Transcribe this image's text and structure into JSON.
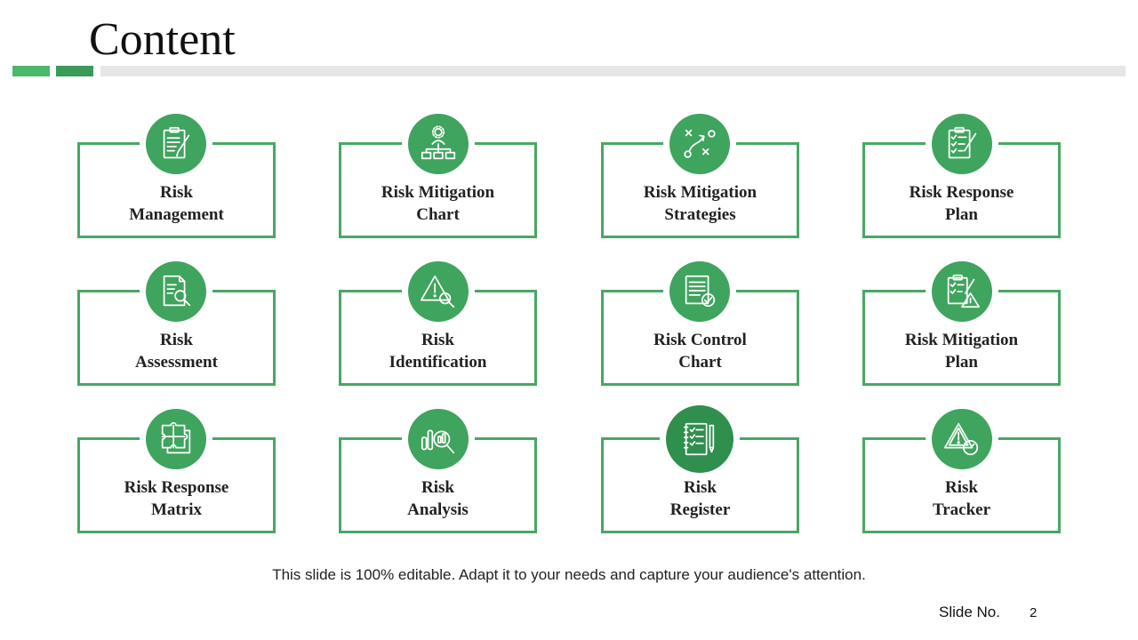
{
  "title": "Content",
  "colors": {
    "accent": "#49a765",
    "icon_bg": "#3fa45e",
    "icon_bg_dark": "#2f8f4d",
    "bar_light": "#e6e6e6"
  },
  "cards": [
    {
      "line1": "Risk",
      "line2": "Management",
      "icon": "clipboard-pen-icon"
    },
    {
      "line1": "Risk Mitigation",
      "line2": "Chart",
      "icon": "org-chart-icon"
    },
    {
      "line1": "Risk Mitigation",
      "line2": "Strategies",
      "icon": "strategy-plan-icon"
    },
    {
      "line1": "Risk Response",
      "line2": "Plan",
      "icon": "checklist-pen-icon"
    },
    {
      "line1": "Risk",
      "line2": "Assessment",
      "icon": "document-search-icon"
    },
    {
      "line1": "Risk",
      "line2": "Identification",
      "icon": "warning-search-icon"
    },
    {
      "line1": "Risk Control",
      "line2": "Chart",
      "icon": "document-check-icon"
    },
    {
      "line1": "Risk Mitigation",
      "line2": "Plan",
      "icon": "checklist-warning-icon"
    },
    {
      "line1": "Risk Response",
      "line2": "Matrix",
      "icon": "puzzle-icon"
    },
    {
      "line1": "Risk",
      "line2": "Analysis",
      "icon": "chart-search-icon"
    },
    {
      "line1": "Risk",
      "line2": "Register",
      "icon": "notebook-icon"
    },
    {
      "line1": "Risk",
      "line2": "Tracker",
      "icon": "warning-gauge-icon"
    }
  ],
  "footer": {
    "note": "This slide is 100% editable. Adapt it to your needs and capture your audience's attention.",
    "slide_label": "Slide No.",
    "slide_number": "2"
  }
}
